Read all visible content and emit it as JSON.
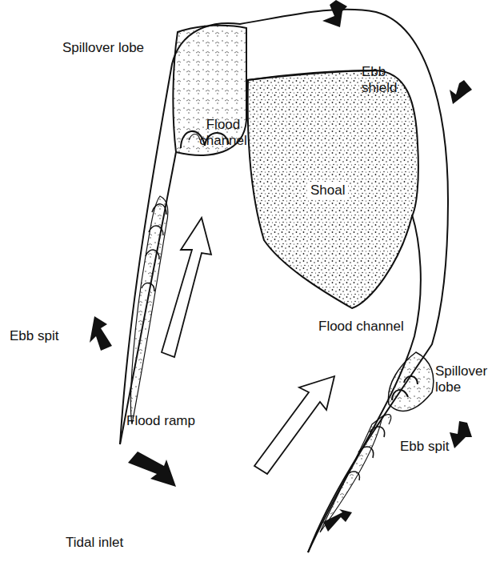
{
  "diagram": {
    "nodes": [
      {
        "text": [
          "Shoal"
        ]
      }
    ],
    "labels": [
      "Spillover lobe",
      "Ebb shield",
      "Flood channel",
      "Flood channel",
      "Ebb spit",
      "Spillover lobe",
      "Ebb spit",
      "Flood ramp",
      "Tidal inlet"
    ]
  }
}
